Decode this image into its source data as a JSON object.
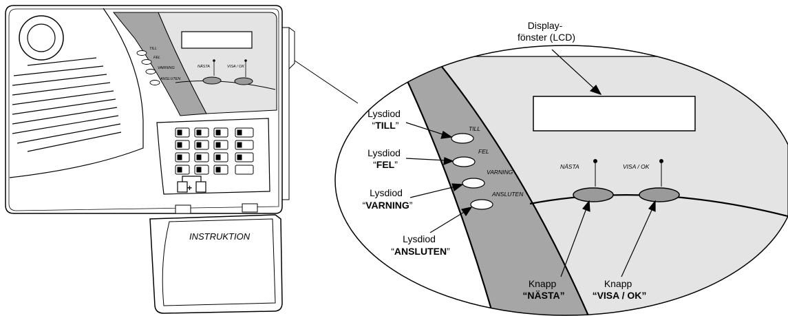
{
  "device": {
    "led_labels": [
      "TILL",
      "FEL",
      "VARNING",
      "ANSLUTEN"
    ],
    "button_labels": [
      "NÄSTA",
      "VISA / OK"
    ],
    "cover_label": "INSTRUKTION"
  },
  "zoom": {
    "led_labels": [
      "TILL",
      "FEL",
      "VARNING",
      "ANSLUTEN"
    ],
    "button_labels": [
      "NÄSTA",
      "VISA / OK"
    ]
  },
  "callouts": {
    "display": {
      "line1": "Display-",
      "line2": "fönster (LCD)"
    },
    "led_till": {
      "line1": "Lysdiod",
      "quote_open": "“",
      "name": "TILL",
      "quote_close": "”"
    },
    "led_fel": {
      "line1": "Lysdiod",
      "quote_open": "“",
      "name": "FEL",
      "quote_close": "”"
    },
    "led_varning": {
      "line1": "Lysdiod",
      "quote_open": "“",
      "name": "VARNING",
      "quote_close": "”"
    },
    "led_ansluten": {
      "line1": "Lysdiod",
      "quote_open": "“",
      "name": "ANSLUTEN",
      "quote_close": "”"
    },
    "btn_nasta": {
      "line1": "Knapp",
      "line2": "“NÄSTA”"
    },
    "btn_visa": {
      "line1": "Knapp",
      "line2": "“VISA / OK”"
    }
  },
  "colors": {
    "panel_dark": "#a6a6a6",
    "panel_light": "#e4e4e4",
    "button": "#9a9a9a",
    "stroke": "#000000"
  }
}
